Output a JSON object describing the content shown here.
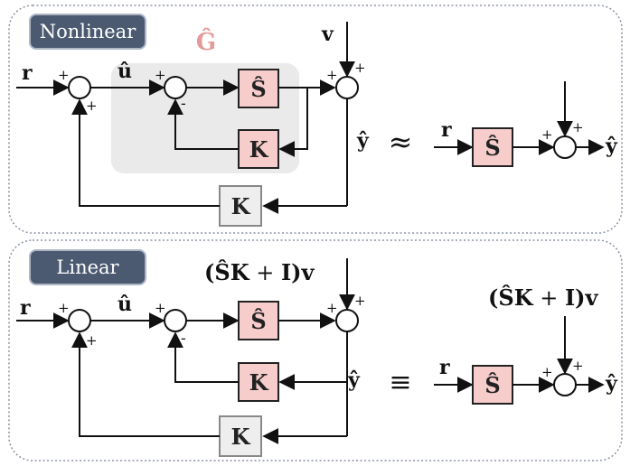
{
  "colors": {
    "block_fill": "#f6cdcb",
    "block_stroke": "#222222",
    "feedback_fill": "#eeeeee",
    "feedback_stroke": "#888888",
    "tag_fill": "#4b5a70",
    "tag_text": "#ffffff",
    "ghat_color": "#e39a98",
    "gray_region": "#e8e8e8",
    "panel_border": "#8a93a3"
  },
  "top_panel": {
    "tag": "Nonlinear",
    "group_label": "Ĝ",
    "signals": {
      "r": "r",
      "u_hat": "û",
      "v": "v",
      "y_hat": "ŷ",
      "r_right": "r",
      "y_hat_right": "ŷ"
    },
    "blocks": {
      "S": "Ŝ",
      "K_inner": "K",
      "K_outer": "K",
      "S_right": "Ŝ"
    },
    "relation": "≈",
    "signs": {
      "plus": "+",
      "minus": "-"
    }
  },
  "bottom_panel": {
    "tag": "Linear",
    "disturbance": {
      "open": "(",
      "S": "Ŝ",
      "K": "K",
      "op": " + ",
      "I": "I",
      "close": ")",
      "v": "v"
    },
    "signals": {
      "r": "r",
      "u_hat": "û",
      "y_hat": "ŷ",
      "r_right": "r",
      "y_hat_right": "ŷ"
    },
    "blocks": {
      "S": "Ŝ",
      "K_inner": "K",
      "K_outer": "K",
      "S_right": "Ŝ"
    },
    "relation": "≡",
    "signs": {
      "plus": "+",
      "minus": "-"
    }
  }
}
